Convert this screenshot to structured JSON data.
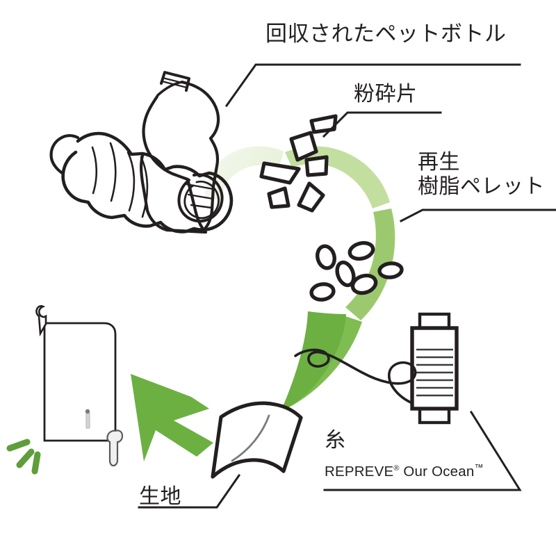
{
  "diagram": {
    "title": "Recycled PET bottle to fabric pouch lifecycle diagram",
    "background_color": "#ffffff",
    "ink_color": "#231f20",
    "accent_green": "#6cb042",
    "accent_green_light": "#c3dfa0",
    "accent_green_pale": "#e6f0d8",
    "labels": {
      "bottles": "回収されたペットボトル",
      "flakes": "粉砕片",
      "pellets_line1": "再生",
      "pellets_line2": "樹脂ペレット",
      "thread": "糸",
      "brand_name": "REPREVE",
      "brand_registered": "®",
      "brand_suffix": "Our Ocean",
      "brand_trademark": "™",
      "fabric": "生地"
    },
    "stages": [
      {
        "id": "collected-bottles",
        "label": "回収されたペットボトル",
        "order": 1,
        "illustration": "crushed-pet-bottles"
      },
      {
        "id": "crushed-flakes",
        "label": "粉砕片",
        "order": 2,
        "illustration": "plastic-flakes"
      },
      {
        "id": "recycled-resin-pellets",
        "label": "再生樹脂ペレット",
        "order": 3,
        "illustration": "resin-pellets"
      },
      {
        "id": "yarn",
        "label": "糸",
        "sublabel": "REPREVE® Our Ocean™",
        "order": 4,
        "illustration": "thread-spool"
      },
      {
        "id": "fabric",
        "label": "生地",
        "order": 5,
        "illustration": "fabric-swatch"
      },
      {
        "id": "finished-pouch",
        "label": "",
        "order": 6,
        "illustration": "zipper-pouch"
      }
    ],
    "flow": {
      "type": "clockwise-arc-arrow",
      "direction": "clockwise",
      "color_start": "#e6f0d8",
      "color_end": "#6cb042",
      "final_arrow": "green-arrow-pointing-upper-left"
    }
  }
}
